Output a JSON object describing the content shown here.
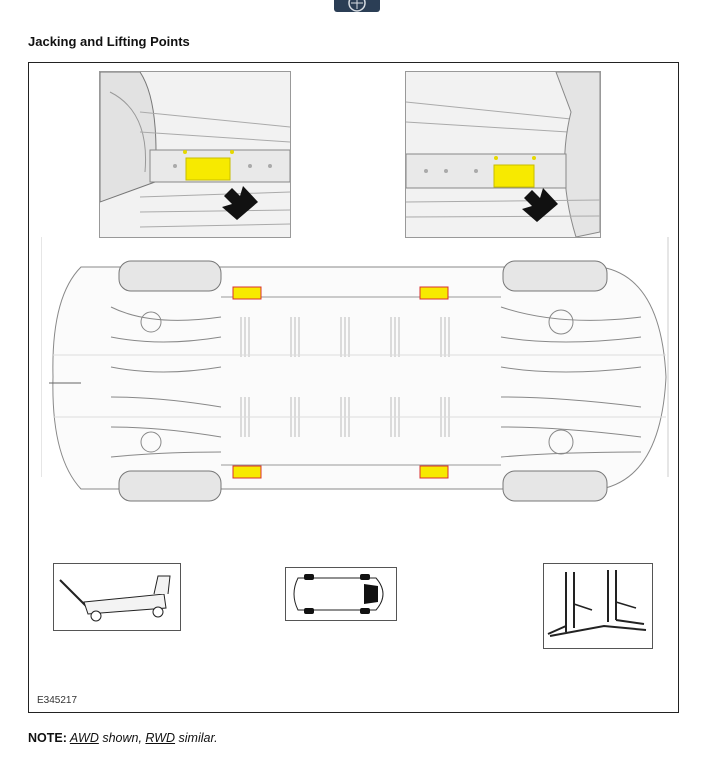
{
  "page": {
    "title": "Jacking and Lifting Points",
    "figure_id": "E345217"
  },
  "note": {
    "label": "NOTE:",
    "link_awd": "AWD",
    "text_mid": " shown, ",
    "link_rwd": "RWD",
    "text_end": " similar."
  },
  "colors": {
    "lift_pad": "#f7ea00",
    "lift_pad_border": "#d83030",
    "arrow": "#111111",
    "frame_border": "#222222"
  },
  "icons": [
    "logo-icon",
    "arrow-icon",
    "floor-jack-icon",
    "vehicle-top-icon",
    "two-post-lift-icon"
  ]
}
